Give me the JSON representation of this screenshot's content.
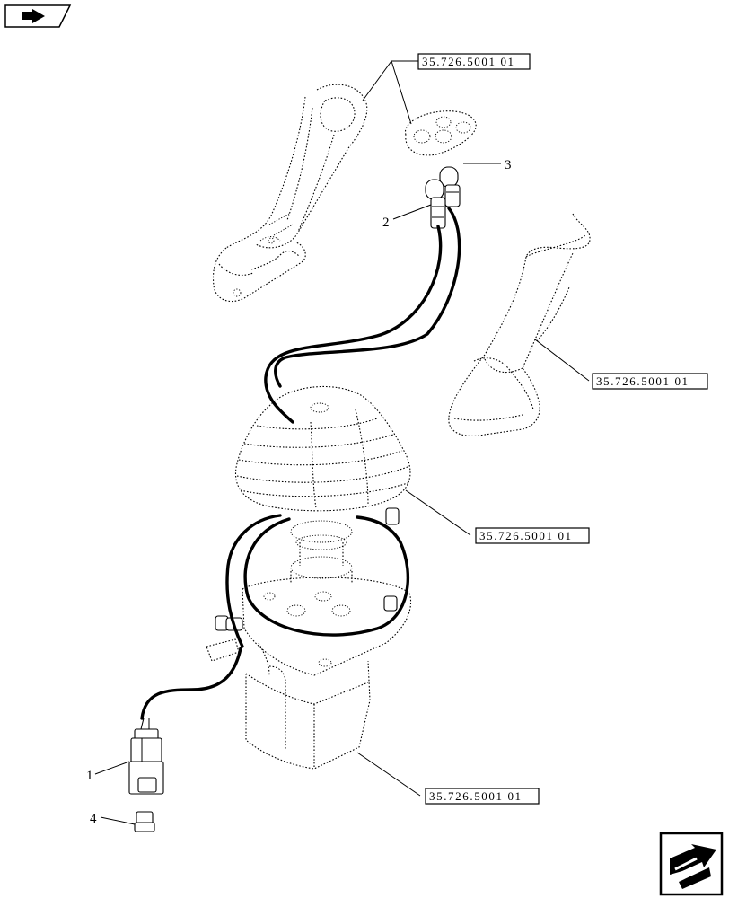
{
  "callouts": {
    "handle_ref": "35.726.5001 01",
    "grip_ref": "35.726.5001 01",
    "boot_ref": "35.726.5001 01",
    "base_ref": "35.726.5001 01"
  },
  "items": {
    "item_1": "1",
    "item_2": "2",
    "item_3": "3",
    "item_4": "4"
  },
  "icons": {
    "top_left": "book-arrow-icon",
    "bottom_right": "next-page-arrow-icon"
  }
}
